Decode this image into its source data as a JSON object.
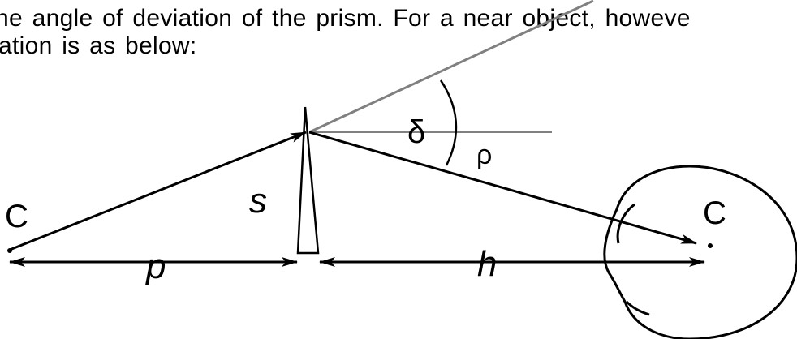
{
  "text": {
    "line1": "he angle of deviation of the prism.  For a near object, howeve",
    "line2": "ation is as below:"
  },
  "labels": {
    "left_point": "C",
    "right_point": "C",
    "delta": "δ",
    "rho": "ρ",
    "s": "s",
    "p": "p",
    "h": "h"
  },
  "colors": {
    "ink": "#000000",
    "gray_line": "#808080"
  }
}
